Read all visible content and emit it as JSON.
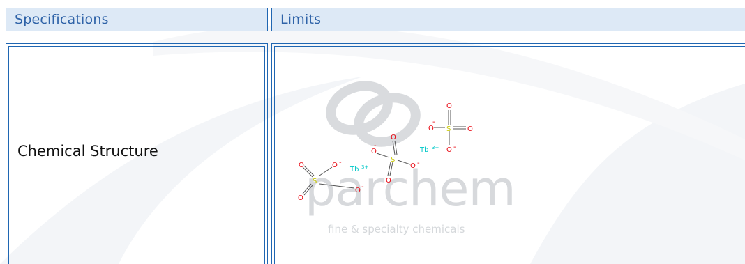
{
  "table": {
    "header": {
      "spec_label": "Specifications",
      "limits_label": "Limits"
    },
    "rows": [
      {
        "spec": "Chemical Structure"
      }
    ]
  },
  "watermark": {
    "brand": "parchem",
    "tagline": "fine & specialty chemicals"
  },
  "molecule": {
    "atoms": {
      "oxygen": "O",
      "sulfur": "S",
      "terbium": "Tb",
      "charge_minus": "-",
      "charge_tb": "3+"
    }
  },
  "colors": {
    "header_bg": "#dde9f6",
    "border": "#1f66b2",
    "header_text": "#2f63a8",
    "oxygen": "#e8000b",
    "sulfur": "#c8c800",
    "terbium": "#00c8c8",
    "watermark": "#d7d9dc"
  }
}
